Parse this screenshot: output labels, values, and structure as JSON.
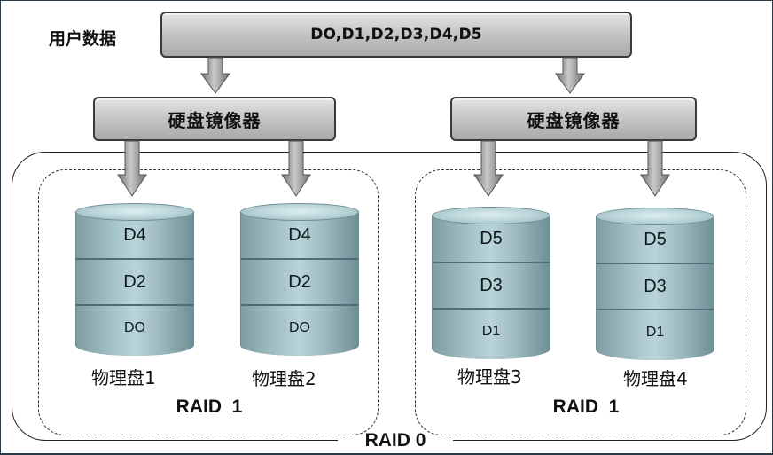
{
  "top": {
    "label": "用户数据",
    "data_bar": "DO,D1,D2,D3,D4,D5"
  },
  "mirrors": [
    {
      "label": "硬盘镜像器"
    },
    {
      "label": "硬盘镜像器"
    }
  ],
  "raid1_groups": [
    {
      "label": "RAID  1"
    },
    {
      "label": "RAID  1"
    }
  ],
  "raid0": {
    "label": "RAID 0"
  },
  "disks": [
    {
      "name": "物理盘1",
      "segments": [
        "D4",
        "D2",
        "DO"
      ]
    },
    {
      "name": "物理盘2",
      "segments": [
        "D4",
        "D2",
        "DO"
      ]
    },
    {
      "name": "物理盘3",
      "segments": [
        "D5",
        "D3",
        "D1"
      ]
    },
    {
      "name": "物理盘4",
      "segments": [
        "D5",
        "D3",
        "D1"
      ]
    }
  ],
  "colors": {
    "bar_fill": "#c7c7c7",
    "disk_fill": "#a9c6cb",
    "arrow_fill": "#a0a0a0",
    "frame": "#2a3a4a"
  }
}
